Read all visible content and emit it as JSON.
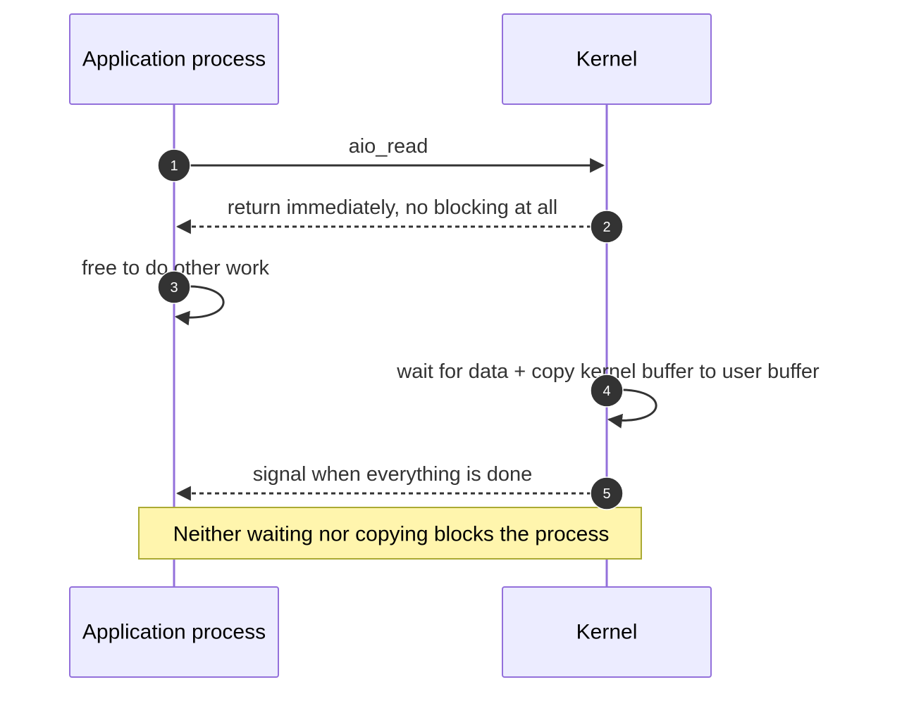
{
  "participants": [
    {
      "id": "app",
      "label": "Application process"
    },
    {
      "id": "kernel",
      "label": "Kernel"
    }
  ],
  "messages": [
    {
      "seq": "1",
      "from": "app",
      "to": "kernel",
      "label": "aio_read",
      "style": "solid"
    },
    {
      "seq": "2",
      "from": "kernel",
      "to": "app",
      "label": "return immediately, no blocking at all",
      "style": "dashed"
    },
    {
      "seq": "3",
      "from": "app",
      "to": "app",
      "label": "free to do other work",
      "style": "solid"
    },
    {
      "seq": "4",
      "from": "kernel",
      "to": "kernel",
      "label": "wait for data + copy kernel buffer to user buffer",
      "style": "solid"
    },
    {
      "seq": "5",
      "from": "kernel",
      "to": "app",
      "label": "signal when everything is done",
      "style": "dashed"
    }
  ],
  "note": {
    "text": "Neither waiting nor copying blocks the process",
    "over": [
      "app",
      "kernel"
    ]
  },
  "colors": {
    "actor_fill": "#ececff",
    "actor_border": "#9370db",
    "lifeline": "#9370db",
    "message": "#333333",
    "note_fill": "#fff5ad",
    "note_border": "#aaaa33"
  }
}
